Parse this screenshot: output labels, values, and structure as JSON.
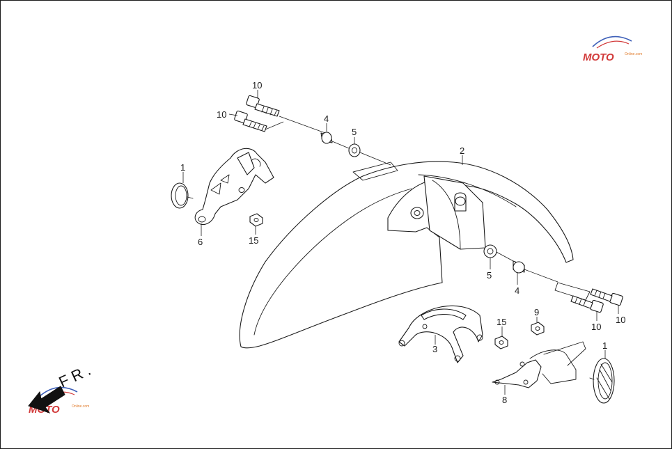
{
  "diagram": {
    "direction_label": "FR.",
    "watermark": {
      "brand": "MOTO",
      "subtext": "Online.com",
      "colors": {
        "red": "#d23a3a",
        "blue": "#3d5fb8",
        "gray": "#8a8a8a",
        "orange": "#e07a2a"
      }
    },
    "callouts": {
      "c1a": "1",
      "c6": "6",
      "c15a": "15",
      "c10a": "10",
      "c10b": "10",
      "c4a": "4",
      "c5a": "5",
      "c2": "2",
      "c5b": "5",
      "c4b": "4",
      "c10c": "10",
      "c10d": "10",
      "c9": "9",
      "c15b": "15",
      "c3": "3",
      "c8": "8",
      "c1b": "1"
    }
  }
}
